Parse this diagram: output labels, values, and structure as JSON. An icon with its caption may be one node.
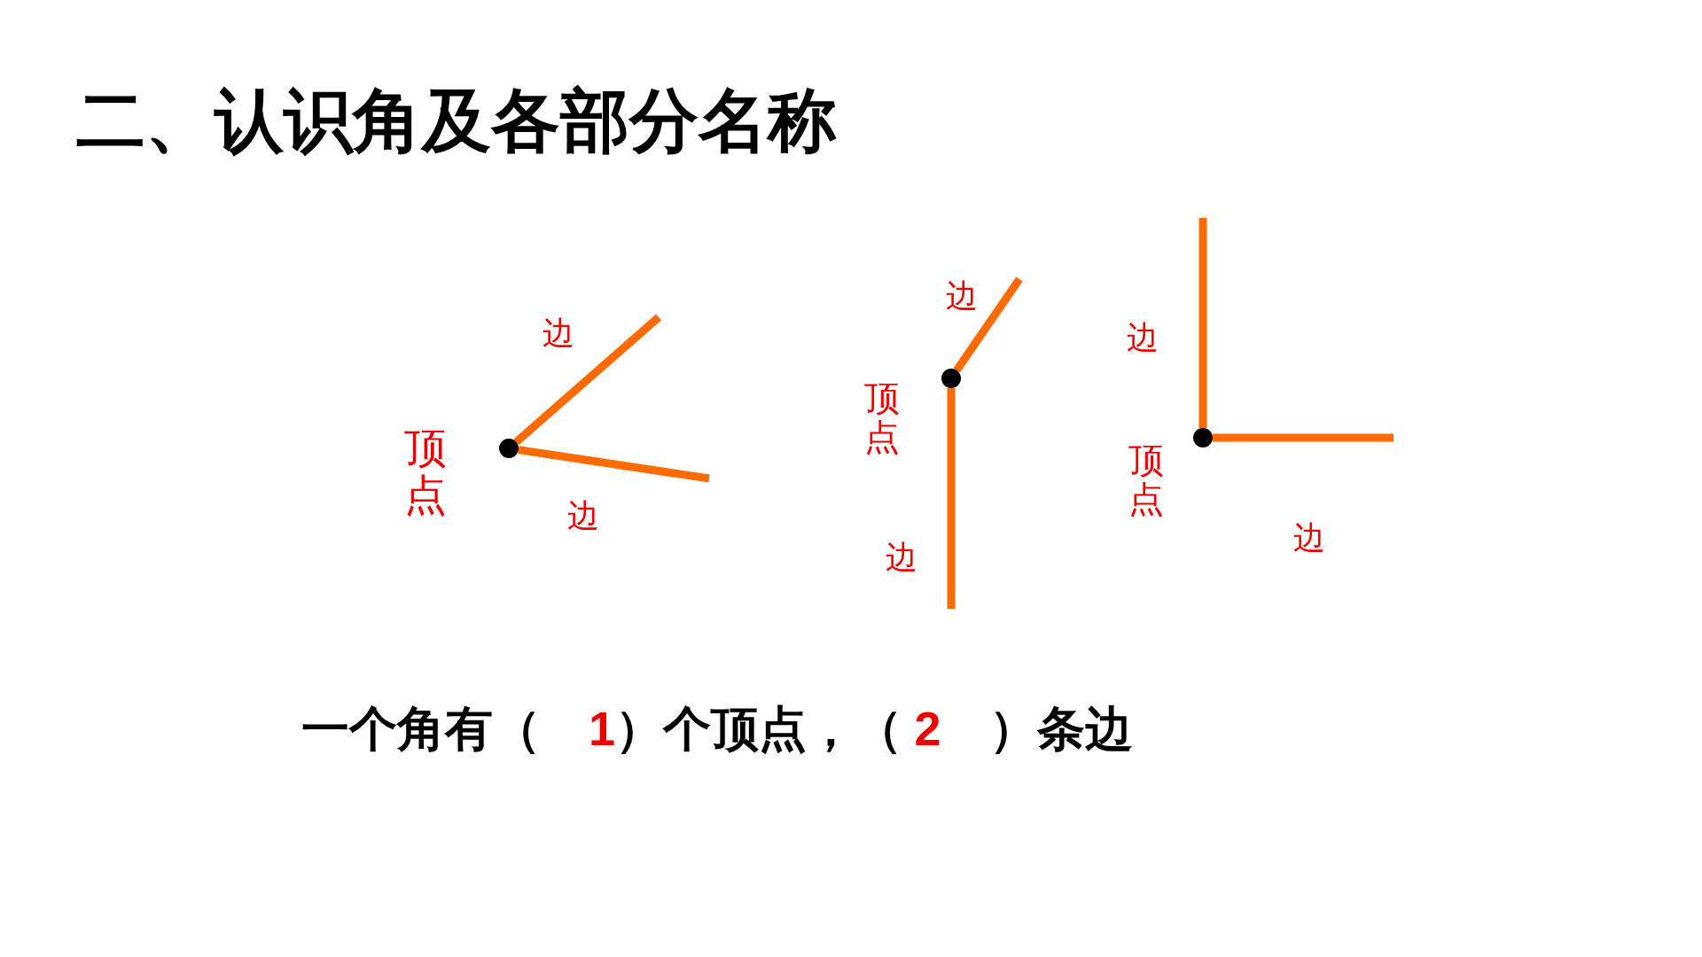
{
  "diagram": {
    "title": "二、认识角及各部分名称",
    "nodes": [
      {
        "text": [],
        "shape": "circle",
        "beside": [
          "顶点"
        ]
      },
      {
        "text": [],
        "shape": "circle",
        "beside": [
          "顶点"
        ]
      },
      {
        "text": [],
        "shape": "circle",
        "beside": [
          "顶点"
        ]
      }
    ],
    "edges": [
      {
        "from": 0,
        "to": null,
        "arrow": "none",
        "label": "边"
      },
      {
        "from": 0,
        "to": null,
        "arrow": "none",
        "label": "边"
      },
      {
        "from": 1,
        "to": null,
        "arrow": "none",
        "label": "边"
      },
      {
        "from": 1,
        "to": null,
        "arrow": "none",
        "label": "边"
      },
      {
        "from": 2,
        "to": null,
        "arrow": "none",
        "label": "边"
      },
      {
        "from": 2,
        "to": null,
        "arrow": "none",
        "label": "边"
      }
    ],
    "labels": [
      "一个角有（　**1**）个顶点，（ **2**　）条边"
    ]
  }
}
